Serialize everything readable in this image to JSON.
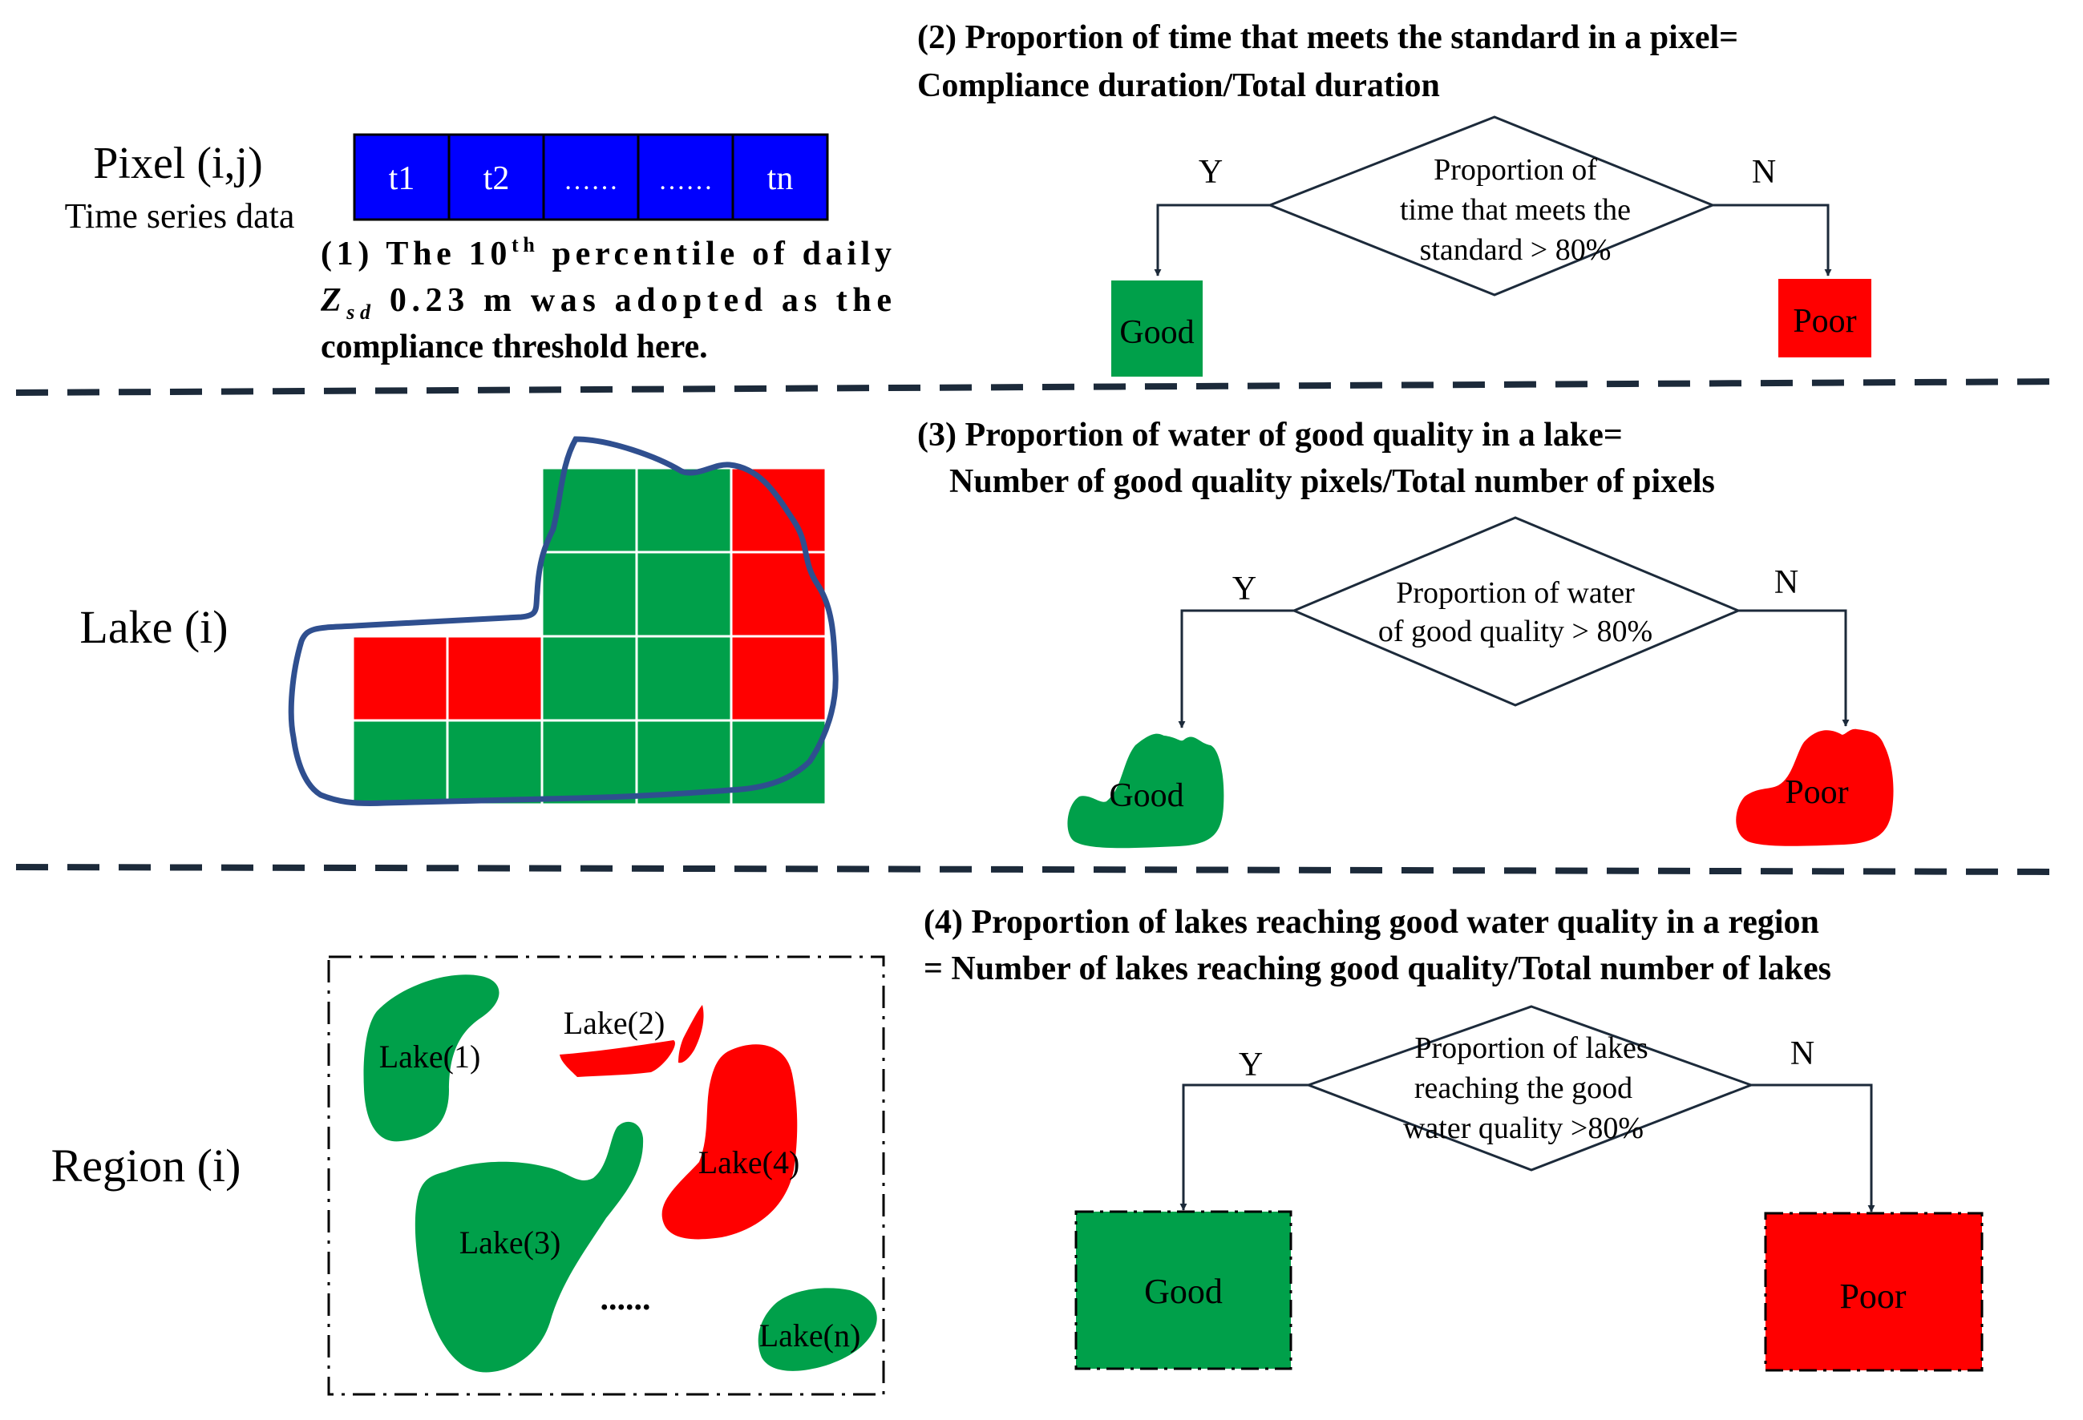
{
  "pixel": {
    "title": "Pixel (i,j)",
    "subtitle": "Time series data",
    "cells": [
      "t1",
      "t2",
      "……",
      "……",
      "tn"
    ],
    "note_line1_a": "(1)  The  10",
    "note_line1_sup": "th",
    "note_line1_b": "  percentile  of  daily",
    "note_line2_z": "Z",
    "note_line2_sub": "sd",
    "note_line2_rest": "  0.23  m  was  adopted  as  the",
    "note_line3": "compliance threshold here."
  },
  "step2": {
    "heading_line1": "(2) Proportion of time that meets the standard in a pixel=",
    "heading_line2": "Compliance duration/Total duration",
    "decision_line1": "Proportion of",
    "decision_line2": "time that meets the",
    "decision_line3": "standard > 80%",
    "yes": "Y",
    "no": "N",
    "good": "Good",
    "poor": "Poor"
  },
  "lake": {
    "title": "Lake (i)",
    "grid_colors": [
      [
        null,
        null,
        "green",
        "green",
        "red"
      ],
      [
        null,
        null,
        "green",
        "green",
        "red"
      ],
      [
        "red",
        "red",
        "green",
        "green",
        "red"
      ],
      [
        "green",
        "green",
        "green",
        "green",
        "green"
      ]
    ]
  },
  "step3": {
    "heading_line1": "(3) Proportion of water of good quality in a lake=",
    "heading_line2": "Number of good quality pixels/Total number of pixels",
    "decision_line1": "Proportion of water",
    "decision_line2": "of good quality > 80%",
    "yes": "Y",
    "no": "N",
    "good": "Good",
    "poor": "Poor"
  },
  "region": {
    "title": "Region (i)",
    "lakes": [
      "Lake(1)",
      "Lake(2)",
      "Lake(3)",
      "Lake(4)",
      "Lake(n)"
    ],
    "ellipsis": "......"
  },
  "step4": {
    "heading_line1": "(4) Proportion of lakes reaching good water quality in a region",
    "heading_line2": "= Number of lakes reaching good quality/Total number of lakes",
    "decision_line1": "Proportion of lakes",
    "decision_line2": "reaching the good",
    "decision_line3": "water quality >80%",
    "yes": "Y",
    "no": "N",
    "good": "Good",
    "poor": "Poor"
  },
  "colors": {
    "good": "#00a04a",
    "poor": "#ff0000",
    "pixel_cell": "#0000ff",
    "lake_outline": "#2f4f8f",
    "flow_lines": "#1c2a3a"
  }
}
